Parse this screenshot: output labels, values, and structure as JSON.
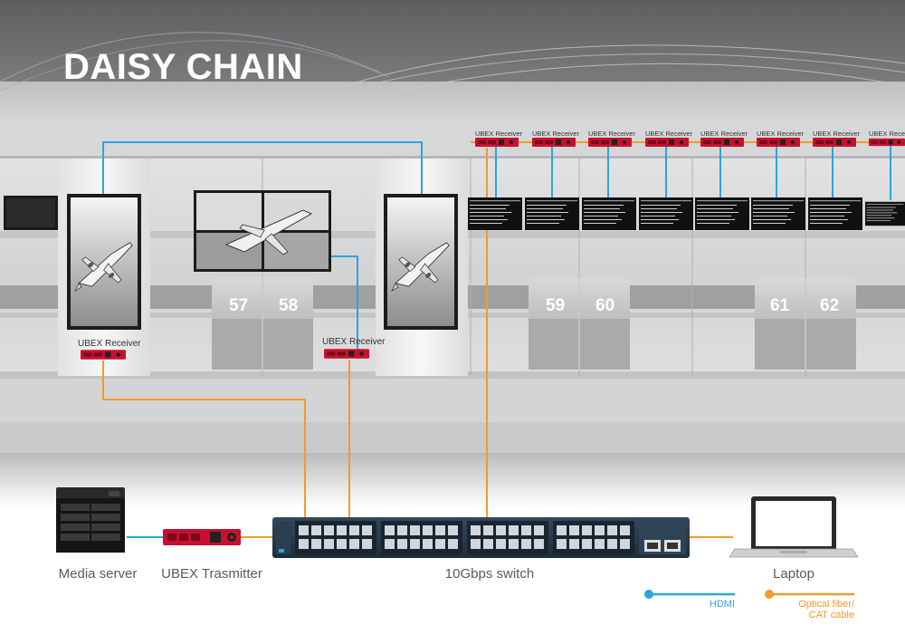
{
  "title": "DAISY CHAIN",
  "colors": {
    "hdmi": "#2aa6dc",
    "optical": "#f39a2b",
    "ubex_red": "#c8102e"
  },
  "gates": [
    "57",
    "58",
    "59",
    "60",
    "61",
    "62"
  ],
  "receivers": {
    "top_label": "UBEX Receiver",
    "left_label": "UBEX Receiver",
    "center_label": "UBEX Receiver"
  },
  "devices": {
    "media_server": "Media server",
    "transmitter": "UBEX Trasmitter",
    "switch": "10Gbps switch",
    "laptop": "Laptop"
  },
  "legend": {
    "hdmi": "HDMI",
    "optical_line1": "Optical fiber/",
    "optical_line2": "CAT cable"
  }
}
